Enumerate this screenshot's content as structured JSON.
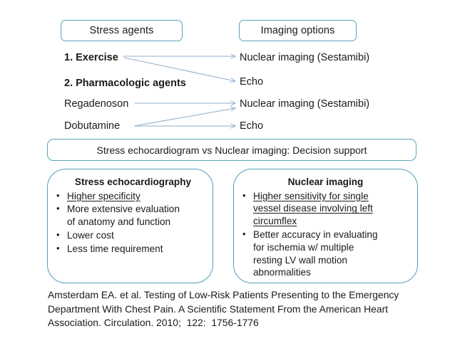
{
  "slide": {
    "headers": {
      "left": "Stress agents",
      "right": "Imaging options"
    },
    "stress_agents": [
      {
        "label": "1. Exercise",
        "bold": true
      },
      {
        "label": "2. Pharmacologic agents",
        "bold": true
      },
      {
        "label": "Regadenoson",
        "bold": false
      },
      {
        "label": "Dobutamine",
        "bold": false
      }
    ],
    "imaging_options": [
      "Nuclear imaging (Sestamibi)",
      "Echo",
      "Nuclear imaging (Sestamibi)",
      "Echo"
    ],
    "decision_bar": "Stress echocardiogram vs Nuclear imaging: Decision support",
    "panels": [
      {
        "title": "Stress echocardiography",
        "bullets": [
          {
            "lines": [
              "Higher specificity"
            ],
            "underline": true
          },
          {
            "lines": [
              "More extensive evaluation",
              "of anatomy and function"
            ],
            "underline": false
          },
          {
            "lines": [
              "Lower cost"
            ],
            "underline": false
          },
          {
            "lines": [
              "Less time requirement"
            ],
            "underline": false
          }
        ]
      },
      {
        "title": "Nuclear imaging",
        "bullets": [
          {
            "lines": [
              "Higher sensitivity for single",
              "vessel disease involving left",
              "circumflex"
            ],
            "underline": true
          },
          {
            "lines": [
              "Better accuracy in evaluating",
              "for ischemia w/ multiple",
              "resting LV wall motion",
              "abnormalities"
            ],
            "underline": false
          }
        ]
      }
    ],
    "citation": {
      "line1": "Amsterdam EA. et al. Testing of Low-Risk Patients Presenting to the Emergency",
      "line2": "Department With Chest Pain. A Scientific Statement From the American Heart",
      "line3": "Association. Circulation. 2010;  122:  1756-1776"
    },
    "colors": {
      "box_border": "#57a3bd",
      "panel_border": "#4f9fb8",
      "arrow": "#8eaecd",
      "text": "#1a1a1a",
      "background": "#ffffff"
    },
    "arrows": [
      {
        "from": "1. Exercise",
        "to": "Nuclear imaging (Sestamibi)"
      },
      {
        "from": "1. Exercise",
        "to": "Echo"
      },
      {
        "from": "Regadenoson",
        "to": "Nuclear imaging (Sestamibi)"
      },
      {
        "from": "Dobutamine",
        "to": "Nuclear imaging (Sestamibi)"
      },
      {
        "from": "Dobutamine",
        "to": "Echo"
      }
    ]
  }
}
